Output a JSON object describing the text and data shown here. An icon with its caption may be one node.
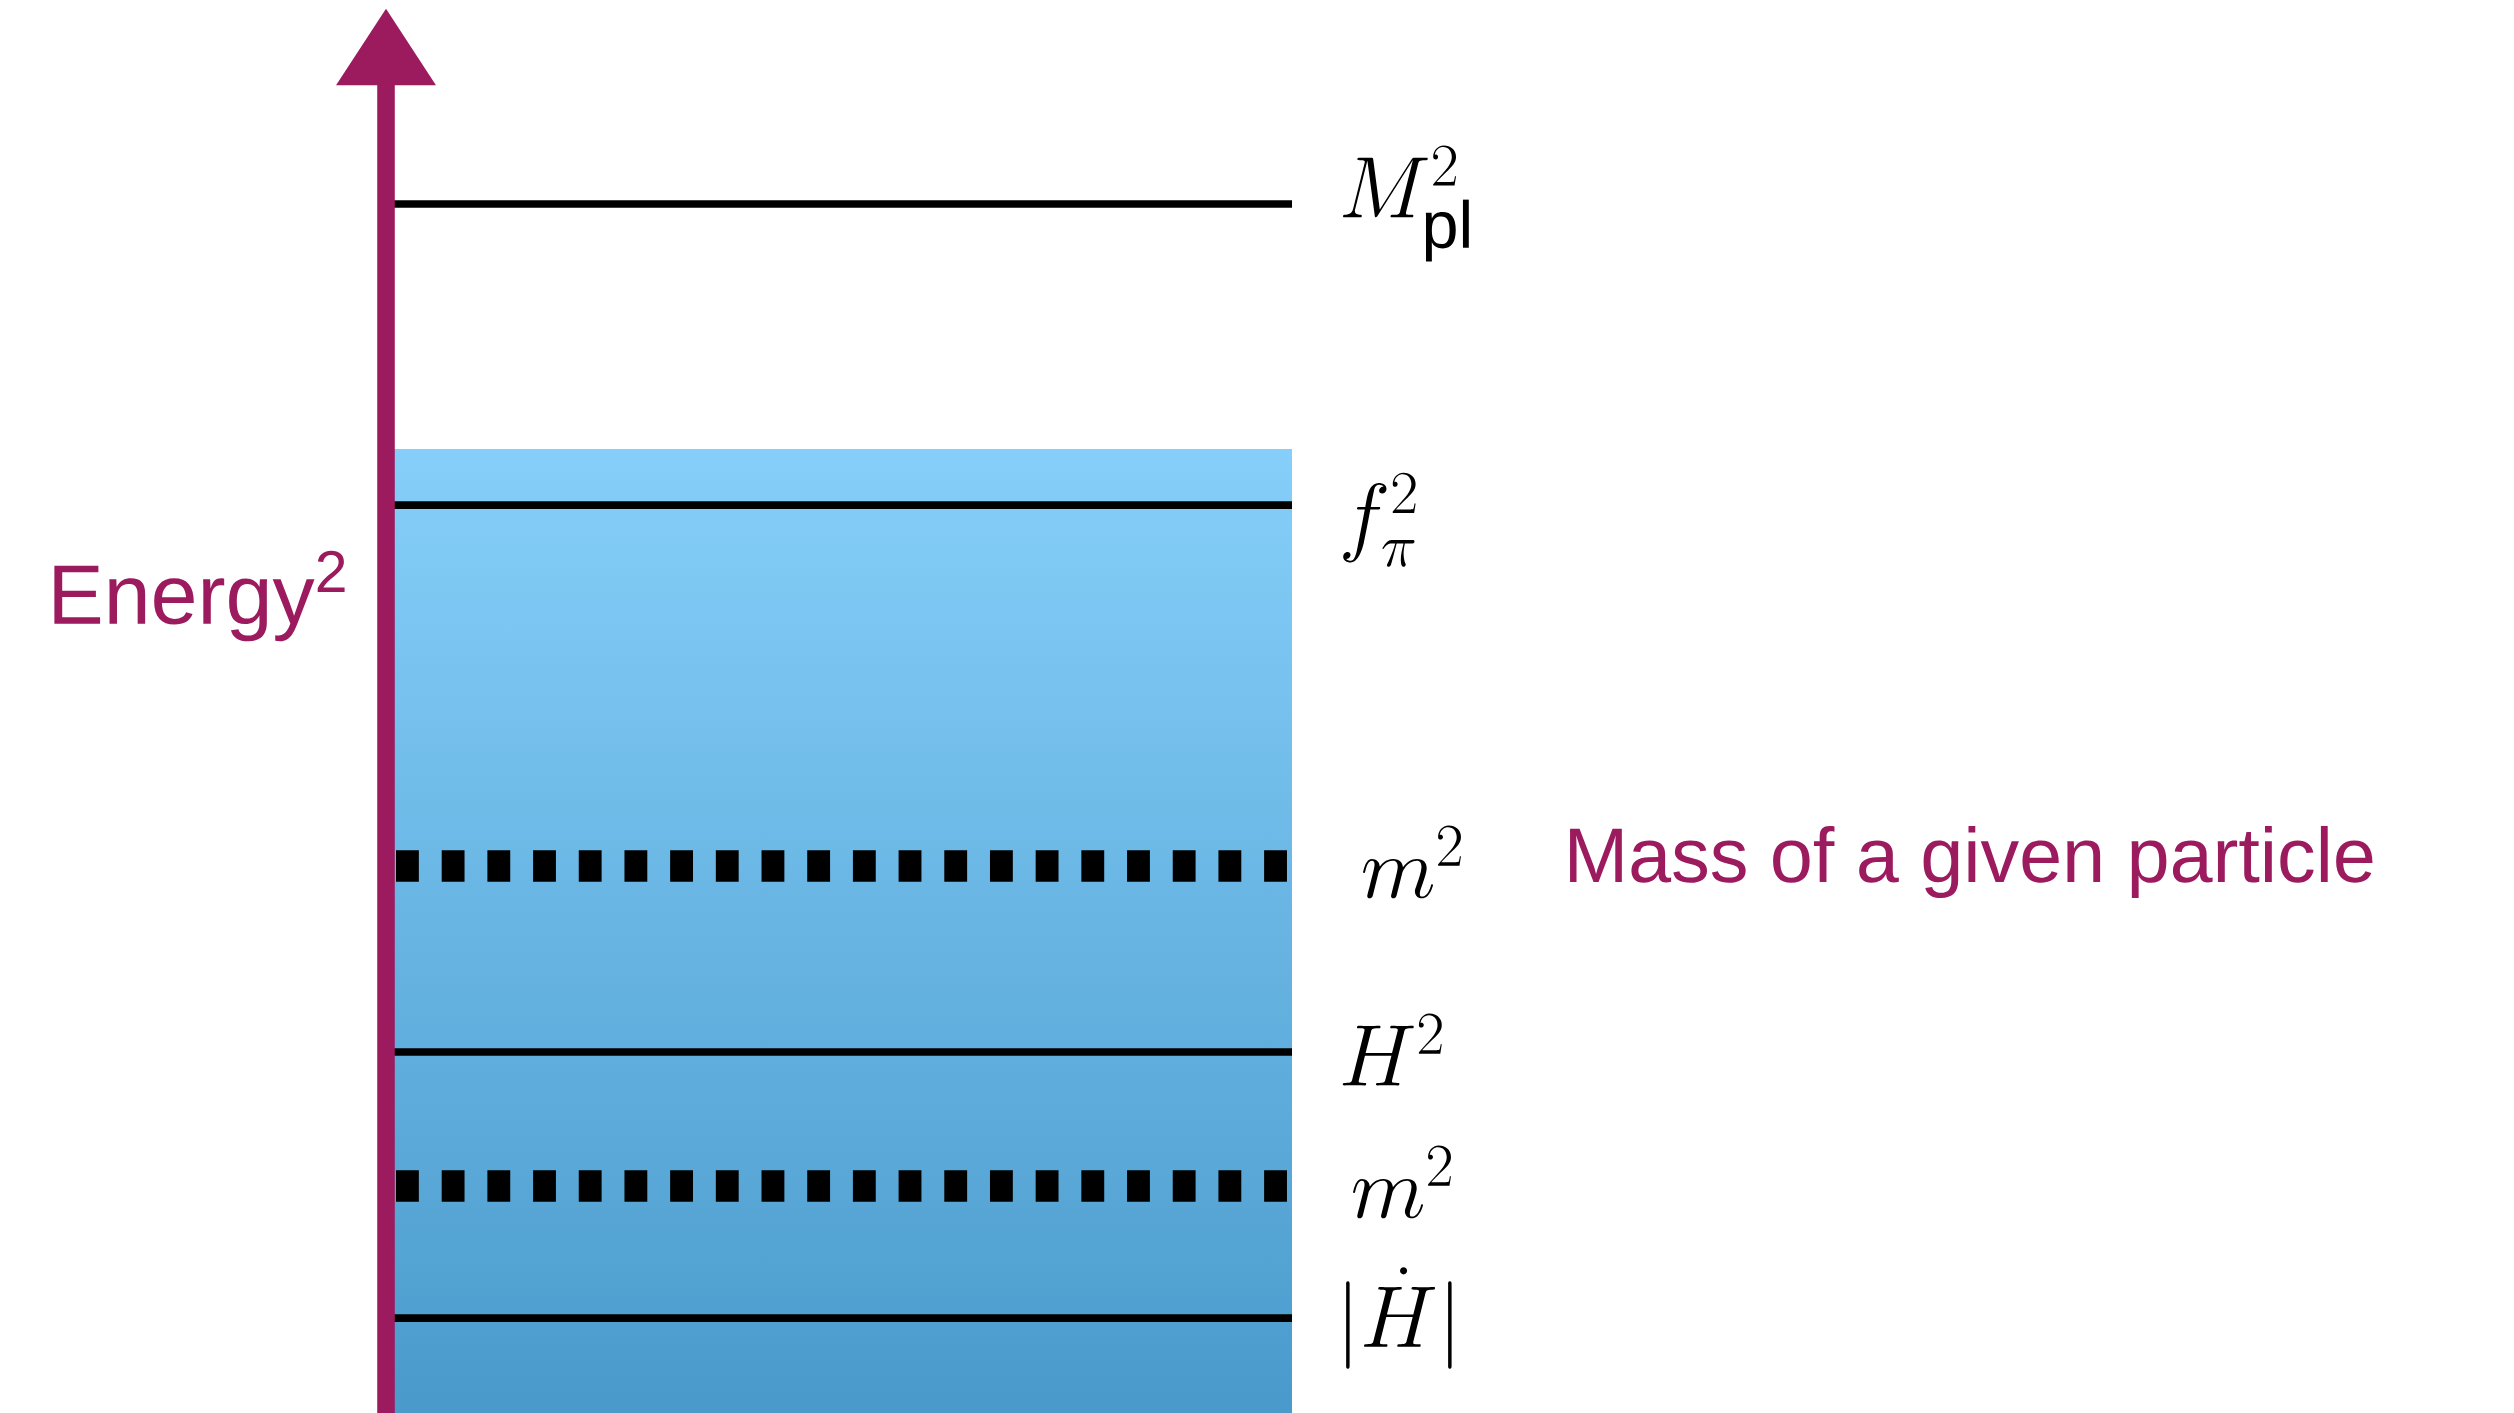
{
  "diagram": {
    "labels": [
      "M_{\\mathrm{pl}}^2",
      "f_\\pi^2",
      "Energy$^{2}$",
      "m^2",
      "Mass of a given particle",
      "H^2",
      "m^2",
      "|\\dot{H}|"
    ]
  }
}
